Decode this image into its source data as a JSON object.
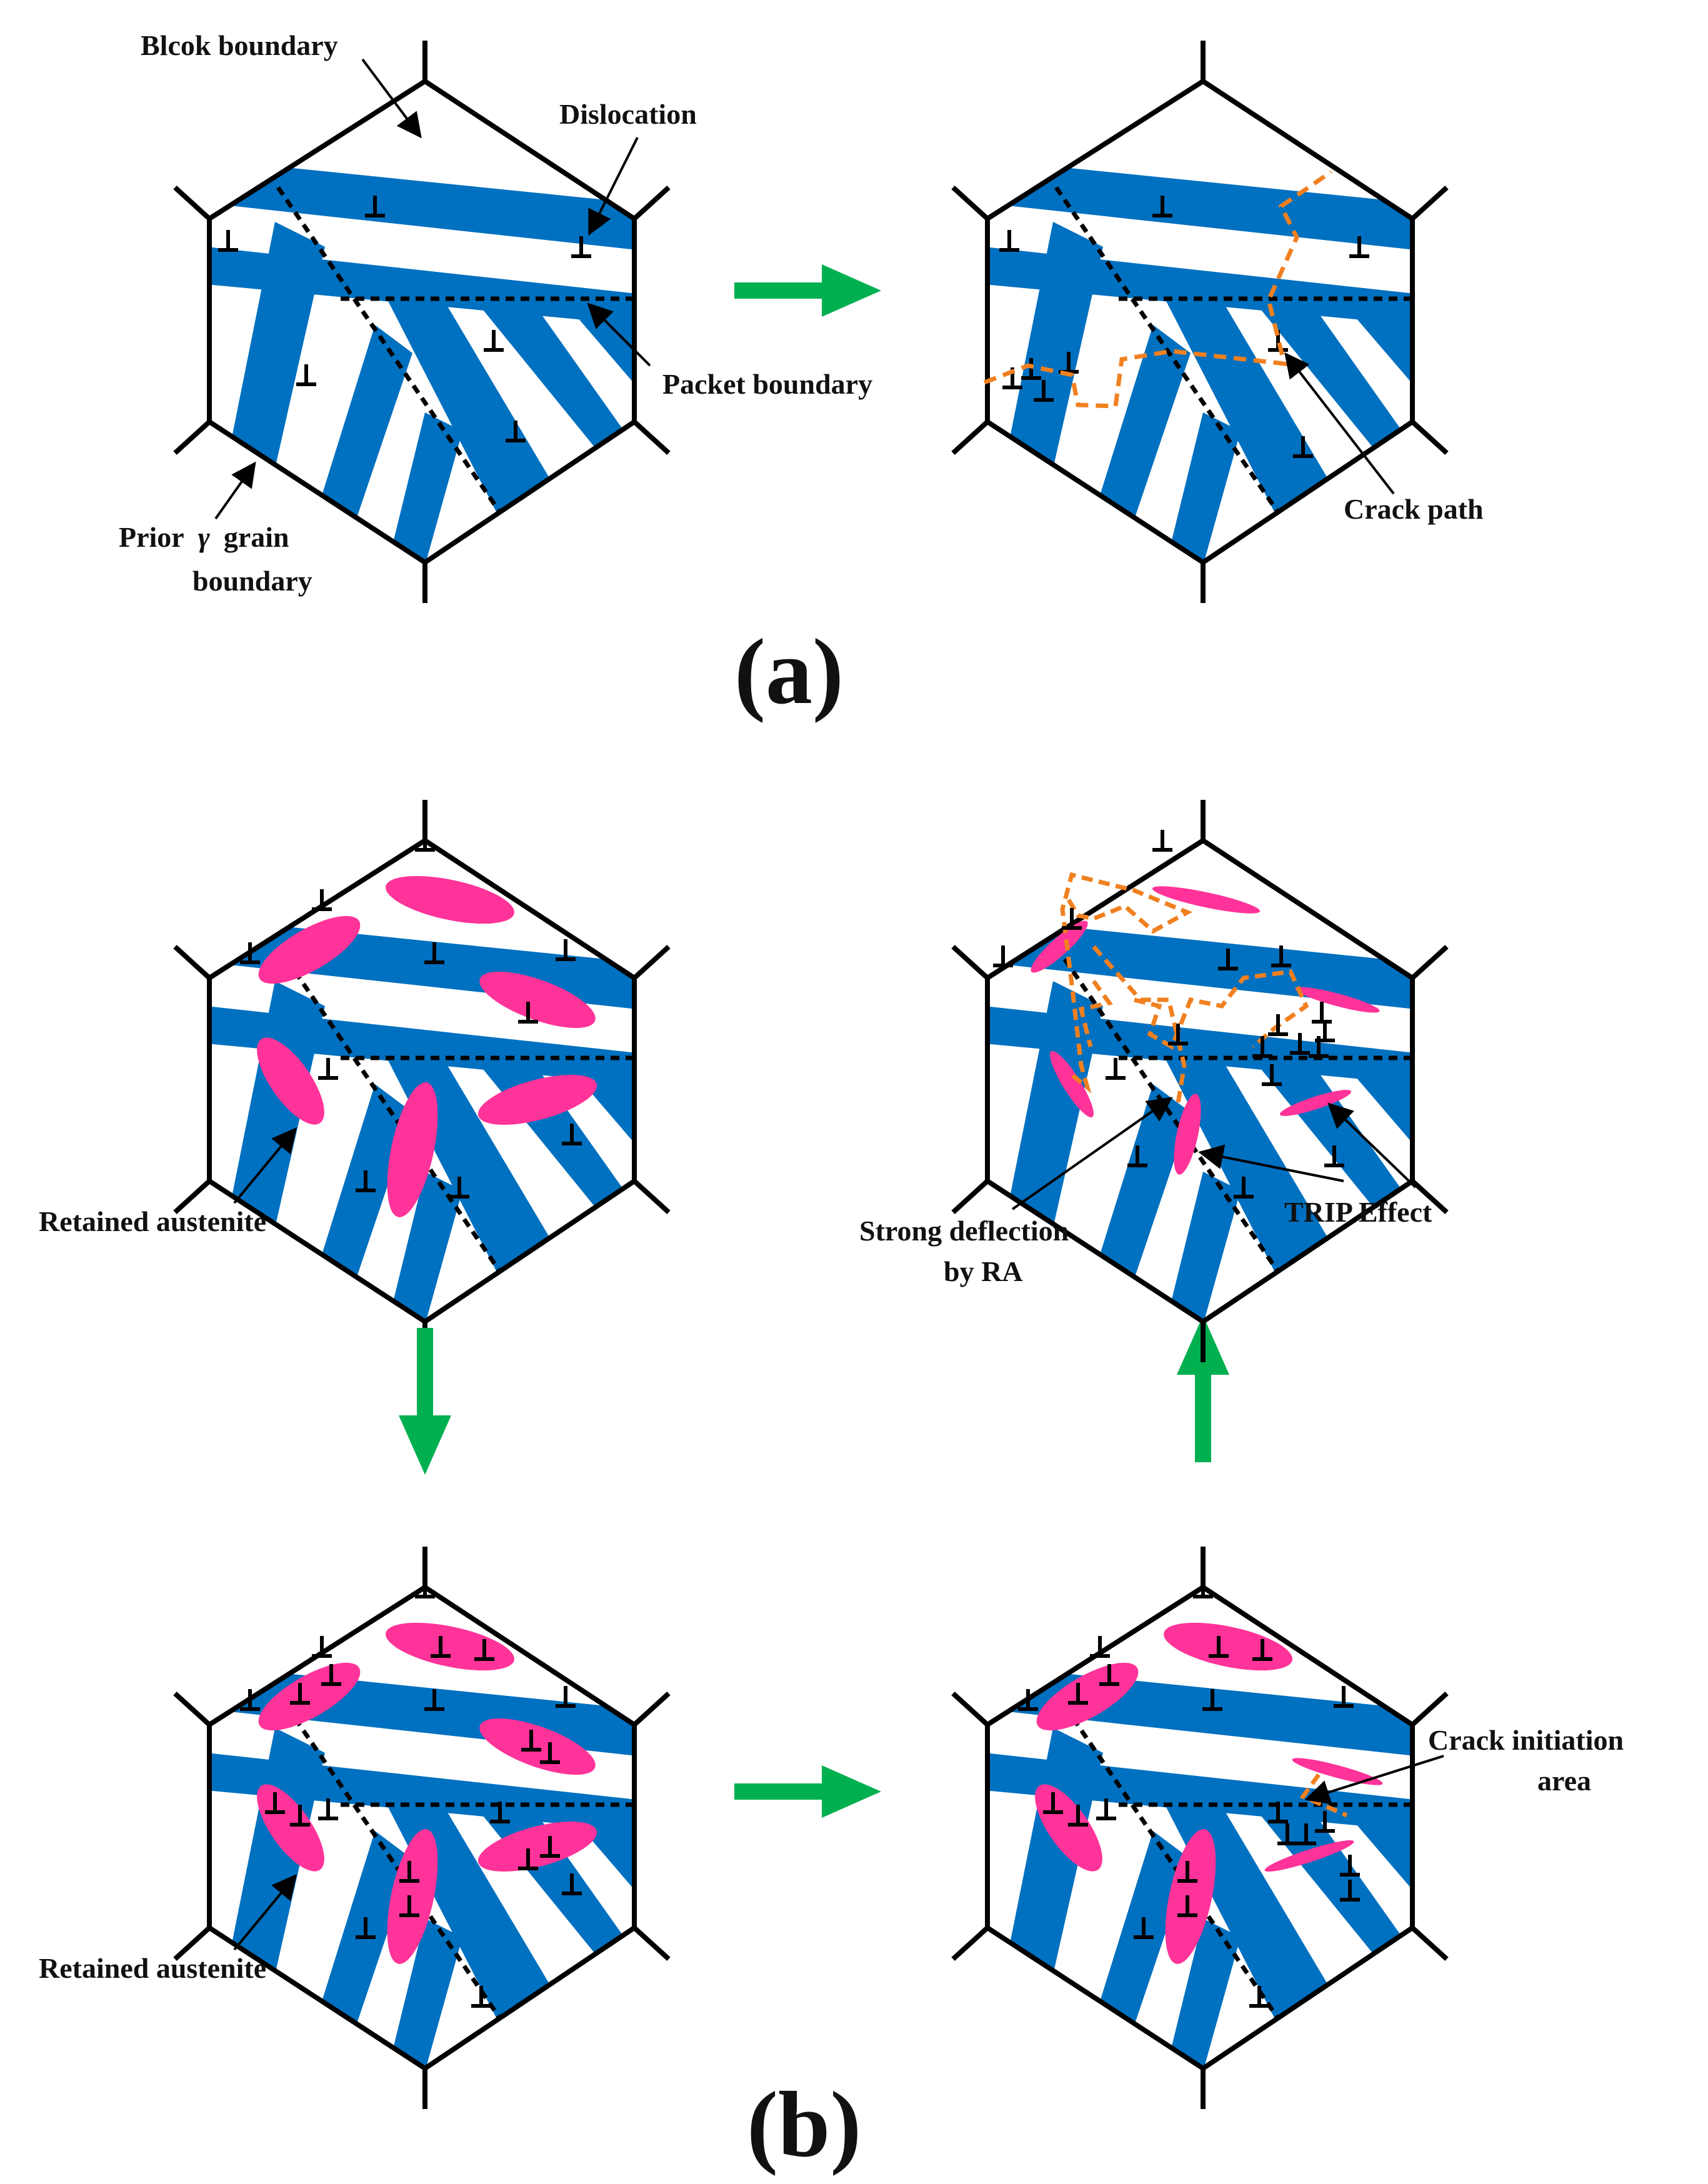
{
  "colors": {
    "lath": "#0070c0",
    "austenite": "#ff3399",
    "crack": "#f08020",
    "arrow": "#00b050",
    "outline": "#000000"
  },
  "labels": {
    "block_boundary": "Blcok boundary",
    "dislocation": "Dislocation",
    "packet_boundary": "Packet boundary",
    "prior_grain_line1": "Prior",
    "prior_grain_gamma": "γ",
    "prior_grain_grain": "grain",
    "prior_grain_line2": "boundary",
    "crack_path": "Crack path",
    "part_a": "(a)",
    "retained_austenite_top": "Retained austenite",
    "retained_austenite_bottom": "Retained austenite",
    "strong_deflection_line1": "Strong deflection",
    "strong_deflection_line2": "by RA",
    "trip_effect": "TRIP Effect",
    "crack_initiation_line1": "Crack initiation",
    "crack_initiation_line2": "area",
    "part_b": "(b)"
  },
  "icons": {
    "dislocation_symbol": "⊥",
    "flow_arrow": "green-block-arrow"
  }
}
